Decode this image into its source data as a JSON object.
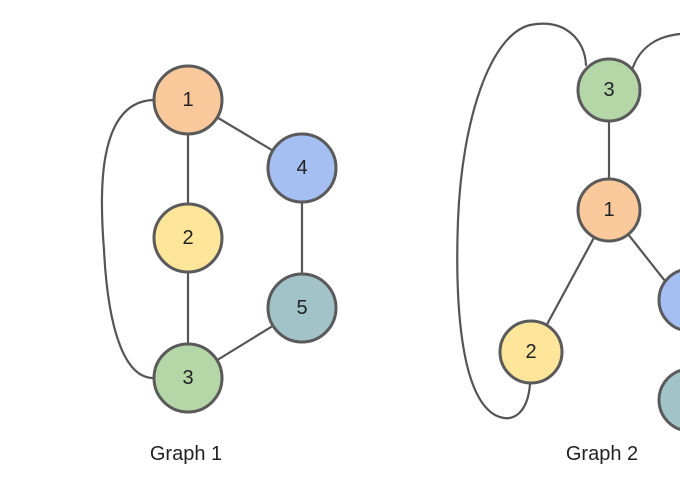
{
  "colors": {
    "orange": "#f9c89b",
    "blue": "#a6bff2",
    "yellow": "#fde59a",
    "green": "#b5d7a8",
    "teal": "#a2c4c9"
  },
  "graph1": {
    "caption": "Graph 1",
    "nodes": [
      {
        "id": "1",
        "label": "1",
        "color": "orange"
      },
      {
        "id": "2",
        "label": "2",
        "color": "yellow"
      },
      {
        "id": "3",
        "label": "3",
        "color": "green"
      },
      {
        "id": "4",
        "label": "4",
        "color": "blue"
      },
      {
        "id": "5",
        "label": "5",
        "color": "teal"
      }
    ],
    "edges": [
      [
        "1",
        "2"
      ],
      [
        "2",
        "3"
      ],
      [
        "1",
        "3"
      ],
      [
        "1",
        "4"
      ],
      [
        "4",
        "5"
      ],
      [
        "3",
        "5"
      ]
    ]
  },
  "graph2": {
    "caption": "Graph 2",
    "nodes": [
      {
        "id": "3",
        "label": "3",
        "color": "green"
      },
      {
        "id": "1",
        "label": "1",
        "color": "orange"
      },
      {
        "id": "2",
        "label": "2",
        "color": "yellow"
      },
      {
        "id": "4",
        "label": "",
        "color": "blue"
      },
      {
        "id": "5",
        "label": "",
        "color": "teal"
      }
    ],
    "edges": [
      [
        "3",
        "1"
      ],
      [
        "1",
        "2"
      ],
      [
        "2",
        "3"
      ],
      [
        "1",
        "4"
      ],
      [
        "3",
        "5"
      ]
    ]
  }
}
